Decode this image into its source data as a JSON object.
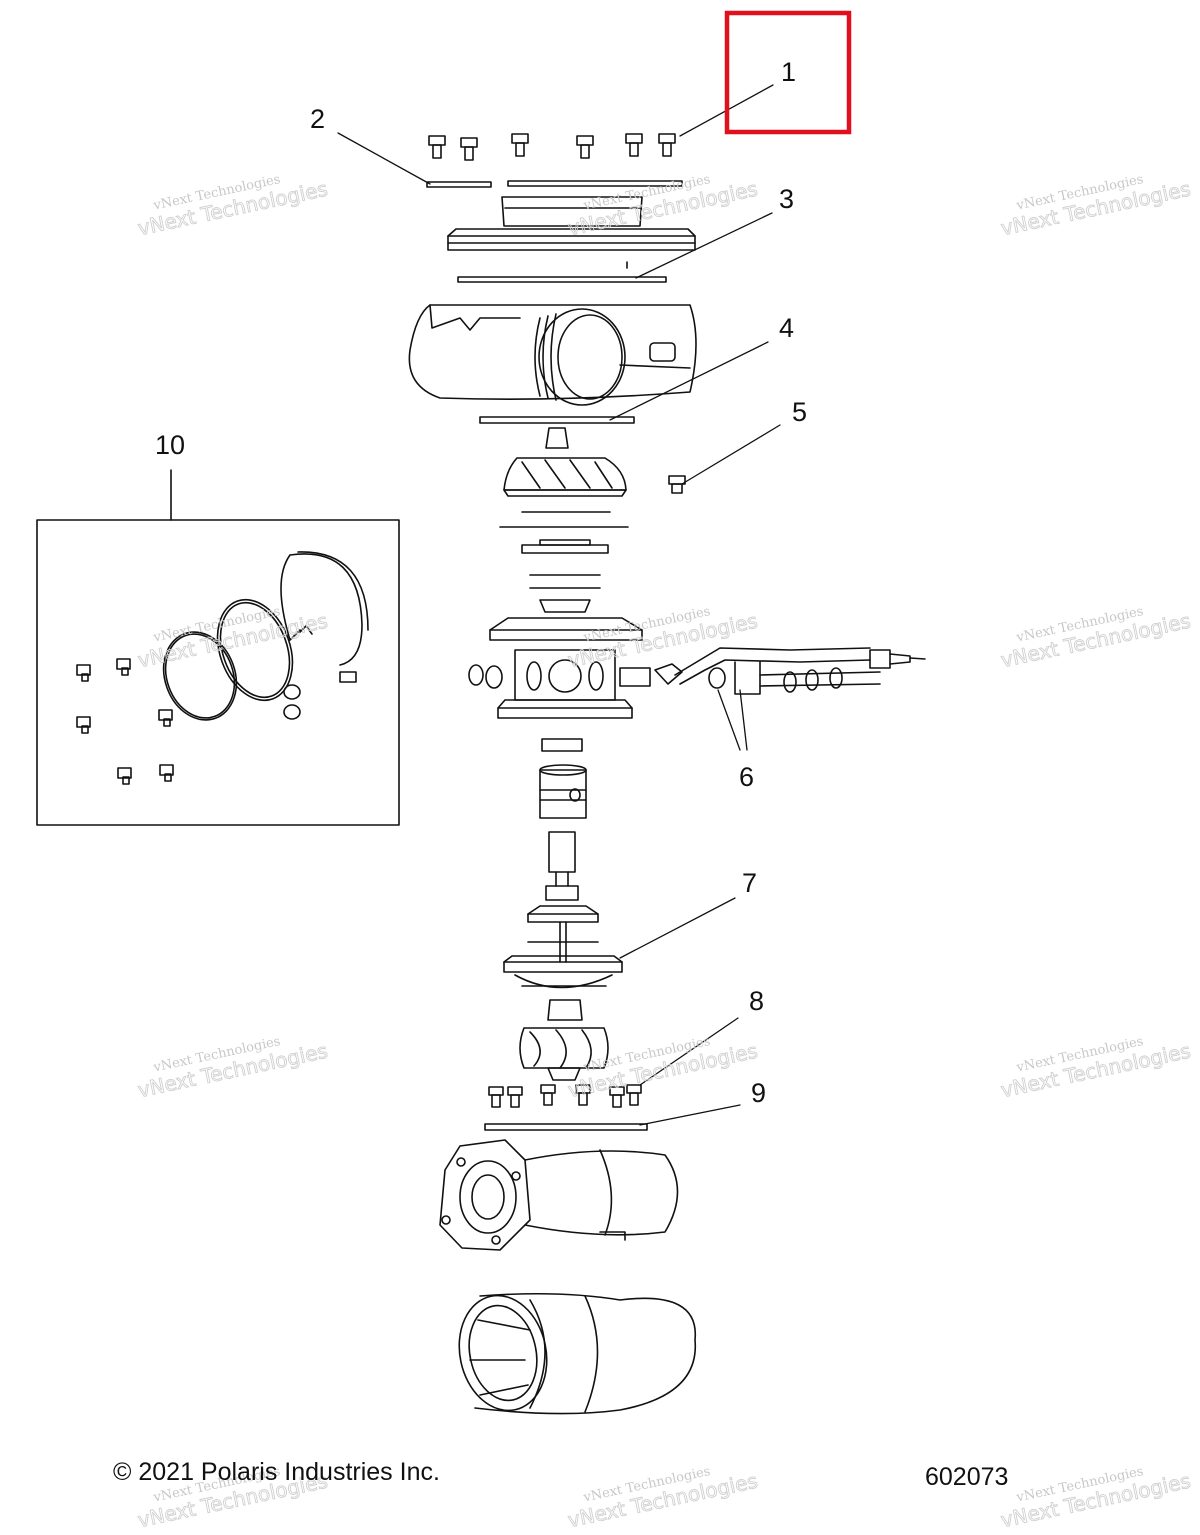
{
  "callouts": [
    {
      "id": "1",
      "label": "1"
    },
    {
      "id": "2",
      "label": "2"
    },
    {
      "id": "3",
      "label": "3"
    },
    {
      "id": "4",
      "label": "4"
    },
    {
      "id": "5",
      "label": "5"
    },
    {
      "id": "6",
      "label": "6"
    },
    {
      "id": "7",
      "label": "7"
    },
    {
      "id": "8",
      "label": "8"
    },
    {
      "id": "9",
      "label": "9"
    },
    {
      "id": "10",
      "label": "10"
    }
  ],
  "highlight": {
    "callout": "1",
    "color": "#e0101e"
  },
  "watermark": {
    "line1": "vNext Technologies",
    "line2": "vNext Technologies"
  },
  "footer": {
    "copyright": "© 2021 Polaris Industries Inc.",
    "drawing_number": "602073"
  }
}
